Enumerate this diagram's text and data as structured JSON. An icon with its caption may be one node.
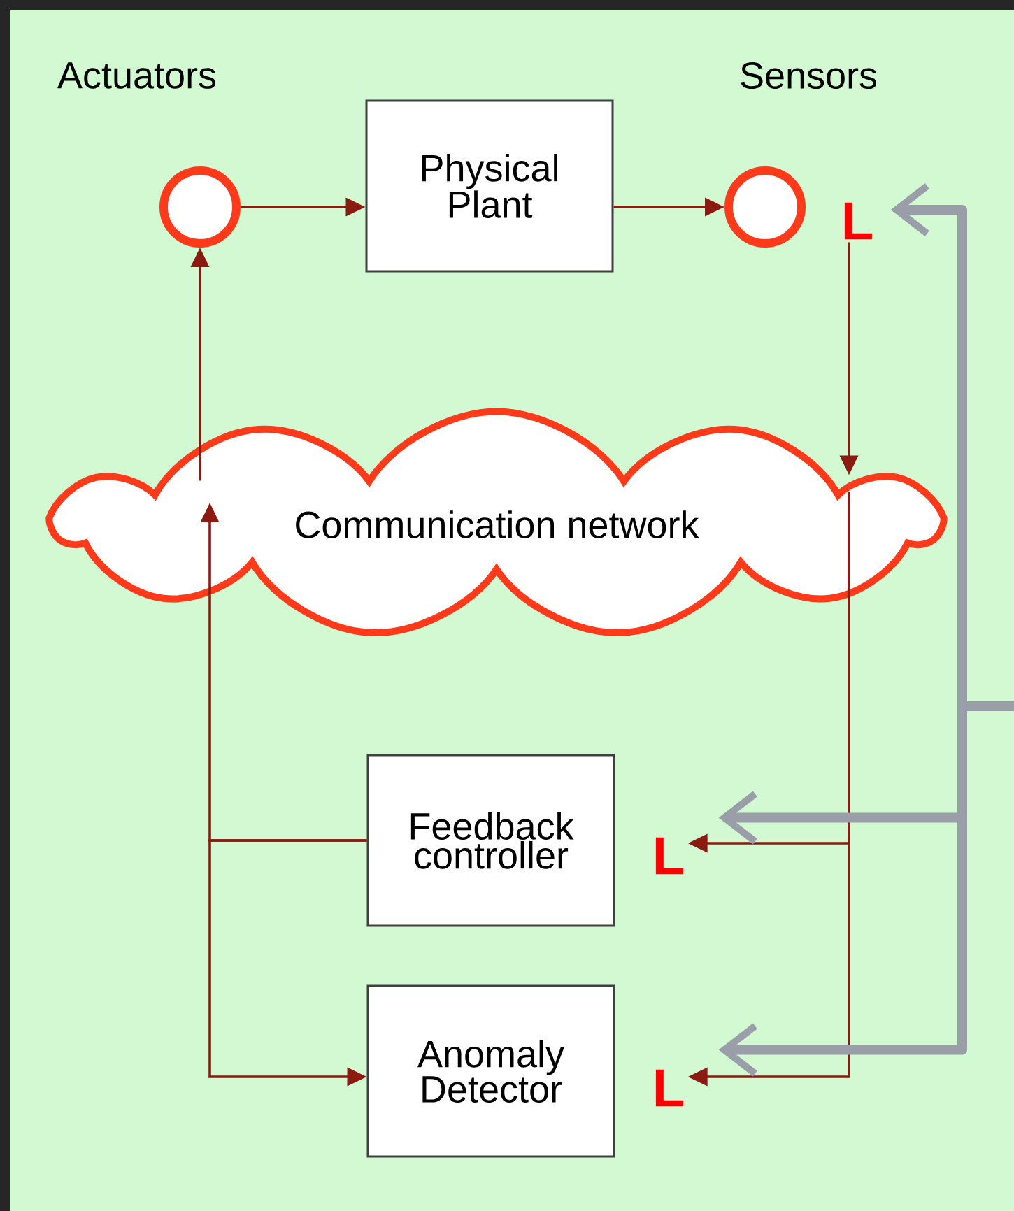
{
  "diagram": {
    "nodes": [
      {
        "text": [],
        "shape": "circle",
        "beside": [
          "Actuators"
        ]
      },
      {
        "text": [
          "Physical Plant"
        ]
      },
      {
        "text": [],
        "shape": "circle",
        "beside": [
          "Sensors"
        ]
      },
      {
        "text": [
          "L"
        ]
      },
      {
        "text": [
          "Communication network"
        ]
      },
      {
        "text": [
          "Feedback controller"
        ]
      },
      {
        "text": [
          "L"
        ]
      },
      {
        "text": [
          "Anomaly Detector"
        ]
      },
      {
        "text": [
          "L"
        ]
      }
    ],
    "edges": [
      {
        "from": 0,
        "to": 1,
        "arrow": "to"
      },
      {
        "from": 1,
        "to": 2,
        "arrow": "to"
      },
      {
        "from": 3,
        "to": 4,
        "arrow": "to"
      },
      {
        "from": 4,
        "to": 0,
        "arrow": "to"
      },
      {
        "from": 4,
        "to": 6,
        "arrow": "to"
      },
      {
        "from": 4,
        "to": 8,
        "arrow": "to"
      },
      {
        "from": 5,
        "to": 4,
        "arrow": "to"
      },
      {
        "from": 5,
        "to": 7,
        "arrow": "to"
      },
      {
        "from": null,
        "to": 3,
        "arrow": "to",
        "style": "thick",
        "color": "#9a9ea8"
      },
      {
        "from": null,
        "to": 6,
        "arrow": "to",
        "style": "thick",
        "color": "#9a9ea8"
      },
      {
        "from": null,
        "to": 8,
        "arrow": "to",
        "style": "thick",
        "color": "#9a9ea8"
      }
    ]
  }
}
